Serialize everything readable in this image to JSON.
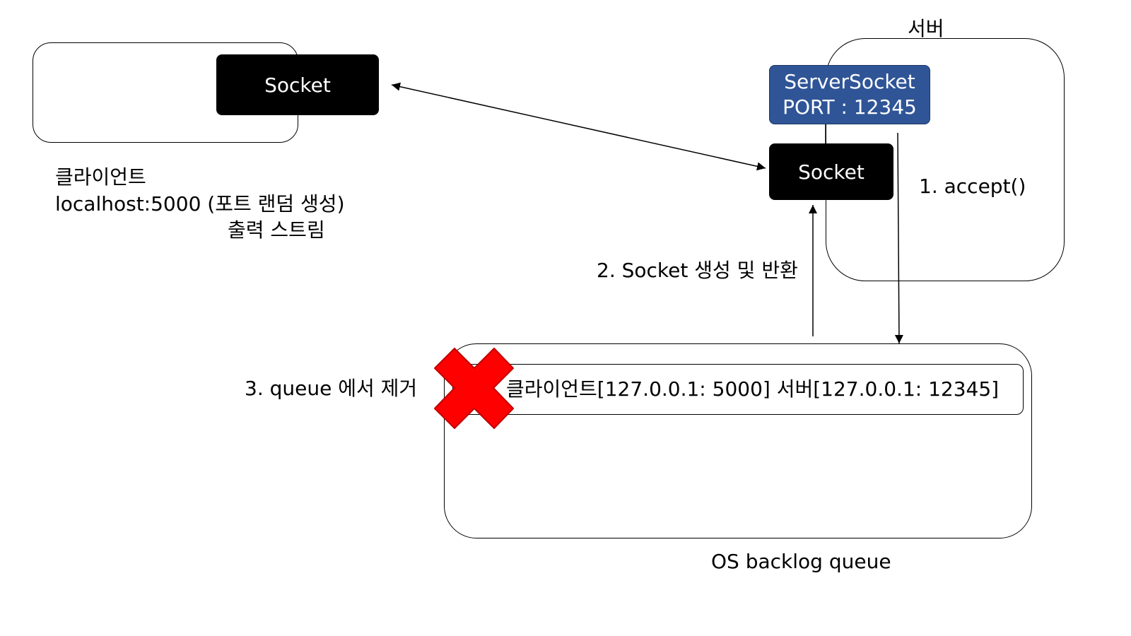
{
  "client": {
    "socket_label": "Socket",
    "title": "클라이언트",
    "address": "localhost:5000 (포트 랜덤 생성)",
    "stream": "출력 스트림"
  },
  "server": {
    "title": "서버",
    "server_socket_line1": "ServerSocket",
    "server_socket_line2": "PORT : 12345",
    "socket_label": "Socket"
  },
  "steps": {
    "accept": "1. accept()",
    "create_return": "2. Socket 생성 및 반환",
    "remove": "3. queue 에서 제거"
  },
  "queue": {
    "entry": "클라이언트[127.0.0.1: 5000] 서버[127.0.0.1: 12345]",
    "label": "OS backlog queue"
  },
  "colors": {
    "server_socket_fill": "#2f5597",
    "remove_mark": "#ff0000",
    "socket_fill": "#000000"
  }
}
